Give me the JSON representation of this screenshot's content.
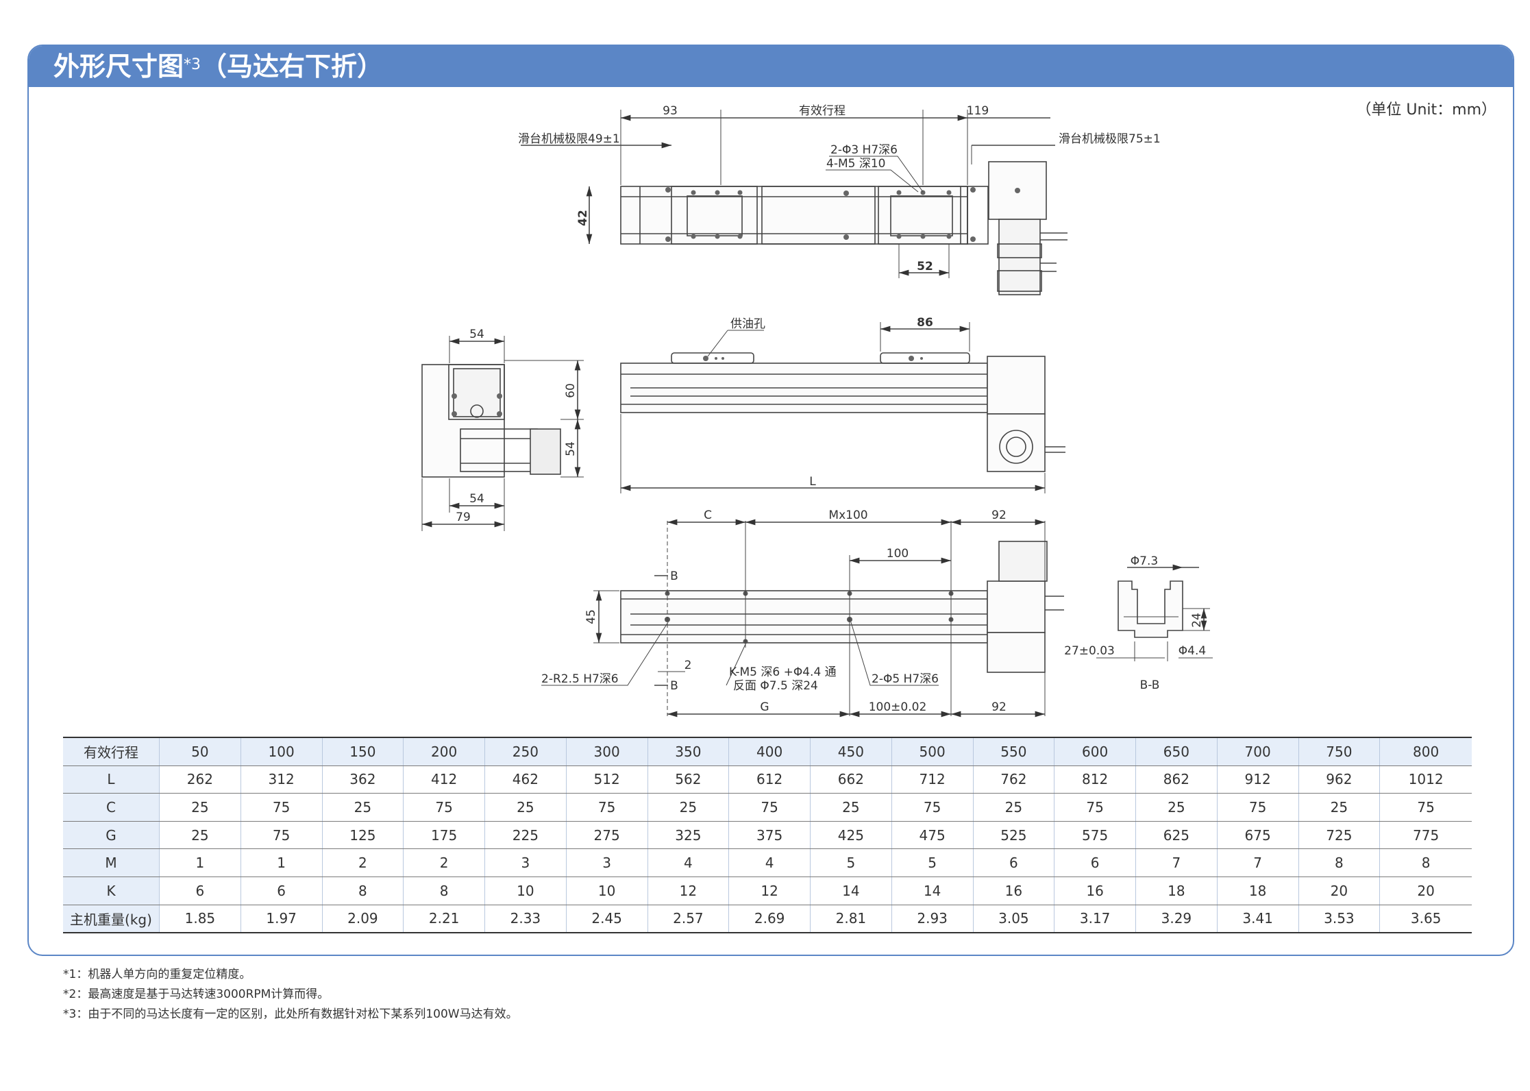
{
  "header": {
    "title": "外形尺寸图",
    "title_sup": "*3",
    "subtitle": "（马达右下折）"
  },
  "unit_note": "（单位 Unit：mm）",
  "drawing": {
    "top_view": {
      "dim_left": "93",
      "dim_stroke": "有效行程",
      "dim_right": "119",
      "limit_left": "滑台机械极限49±1",
      "limit_right": "滑台机械极限75±1",
      "holes_pin": "2-Φ3 H7深6",
      "holes_m5": "4-M5 深10",
      "dim_height": "42",
      "dim_pitch": "52"
    },
    "side_view": {
      "oil_hole": "供油孔",
      "dim_top": "86",
      "dim_length": "L"
    },
    "end_view": {
      "dim_top": "54",
      "dim_h1": "60",
      "dim_h2": "54",
      "dim_w_inner": "54",
      "dim_w_total": "79"
    },
    "bottom_view": {
      "dim_c": "C",
      "dim_m": "Mx100",
      "dim_92_top": "92",
      "dim_100": "100",
      "section_b_top": "B",
      "section_b_bottom": "B",
      "dim_45": "45",
      "dim_2": "2",
      "note_r": "2-R2.5 H7深6",
      "note_k_1": "K-M5 深6 +Φ4.4 通",
      "note_k_2": "反面  Φ7.5 深24",
      "note_phi5": "2-Φ5 H7深6",
      "dim_g": "G",
      "dim_100_tol": "100±0.02",
      "dim_92_bottom": "92"
    },
    "section_view": {
      "dim_phi73": "Φ7.3",
      "dim_24": "24",
      "dim_27": "27±0.03",
      "dim_phi44": "Φ4.4",
      "label": "B-B"
    }
  },
  "table": {
    "headers": [
      "有效行程",
      "50",
      "100",
      "150",
      "200",
      "250",
      "300",
      "350",
      "400",
      "450",
      "500",
      "550",
      "600",
      "650",
      "700",
      "750",
      "800"
    ],
    "rows": [
      {
        "label": "L",
        "values": [
          "262",
          "312",
          "362",
          "412",
          "462",
          "512",
          "562",
          "612",
          "662",
          "712",
          "762",
          "812",
          "862",
          "912",
          "962",
          "1012"
        ]
      },
      {
        "label": "C",
        "values": [
          "25",
          "75",
          "25",
          "75",
          "25",
          "75",
          "25",
          "75",
          "25",
          "75",
          "25",
          "75",
          "25",
          "75",
          "25",
          "75"
        ]
      },
      {
        "label": "G",
        "values": [
          "25",
          "75",
          "125",
          "175",
          "225",
          "275",
          "325",
          "375",
          "425",
          "475",
          "525",
          "575",
          "625",
          "675",
          "725",
          "775"
        ]
      },
      {
        "label": "M",
        "values": [
          "1",
          "1",
          "2",
          "2",
          "3",
          "3",
          "4",
          "4",
          "5",
          "5",
          "6",
          "6",
          "7",
          "7",
          "8",
          "8"
        ]
      },
      {
        "label": "K",
        "values": [
          "6",
          "6",
          "8",
          "8",
          "10",
          "10",
          "12",
          "12",
          "14",
          "14",
          "16",
          "16",
          "18",
          "18",
          "20",
          "20"
        ]
      },
      {
        "label": "主机重量(kg)",
        "values": [
          "1.85",
          "1.97",
          "2.09",
          "2.21",
          "2.33",
          "2.45",
          "2.57",
          "2.69",
          "2.81",
          "2.93",
          "3.05",
          "3.17",
          "3.29",
          "3.41",
          "3.53",
          "3.65"
        ]
      }
    ]
  },
  "notes": [
    "*1：机器人单方向的重复定位精度。",
    "*2：最高速度是基于马达转速3000RPM计算而得。",
    "*3：由于不同的马达长度有一定的区别，此处所有数据针对松下某系列100W马达有效。"
  ]
}
